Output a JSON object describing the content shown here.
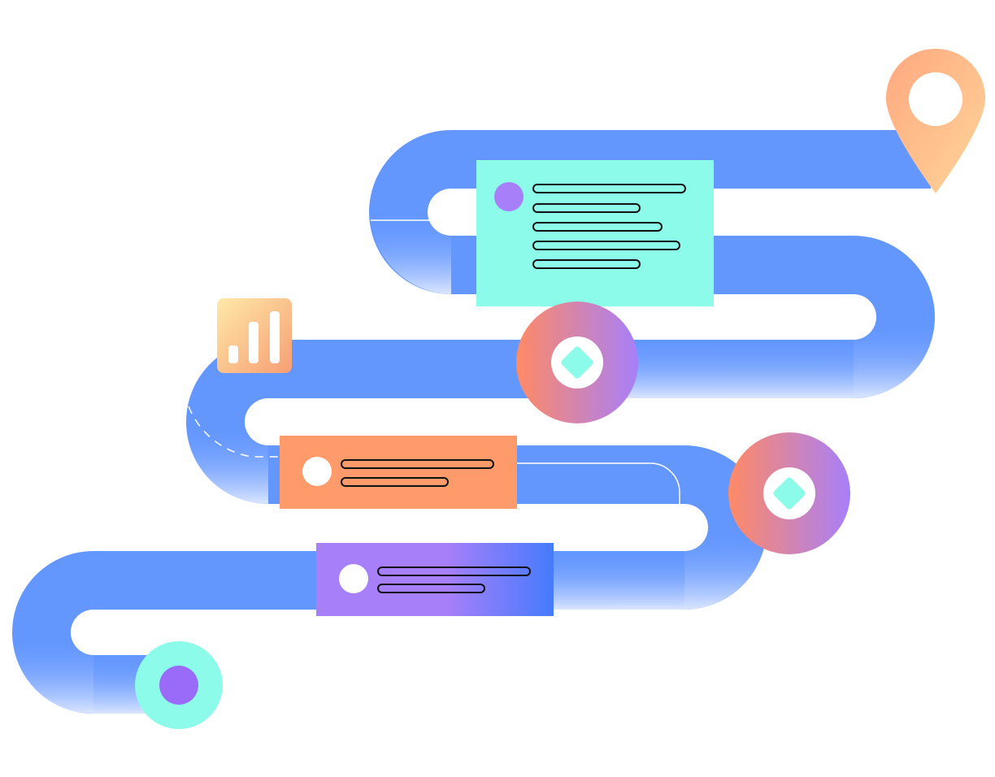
{
  "illustration": {
    "colors": {
      "road": "#6497fe",
      "road_fade": "#dbe6ff",
      "card_teal": "#8cfbe9",
      "card_orange": "#ff9a6b",
      "card_purple_start": "#a77ff9",
      "card_purple_end": "#457bfd",
      "node_gradient_start": "#ff8a65",
      "node_gradient_end": "#a77ff9",
      "node_diamond": "#8cfbe9",
      "start_ring": "#8cfbe9",
      "start_dot": "#9a6af8",
      "pin_gradient_start": "#ffa87f",
      "pin_gradient_end": "#ffd59a",
      "chart_gradient_start": "#fee9a8",
      "chart_gradient_end": "#f79e73"
    },
    "icons": {
      "destination": "map-pin-icon",
      "analytics": "bar-chart-icon",
      "checkpoints": "diamond-icon",
      "origin": "start-dot-icon"
    },
    "milestones": [
      {
        "card": "teal",
        "text_lines": 5,
        "has_avatar": true
      },
      {
        "card": "orange",
        "text_lines": 2,
        "has_avatar": true
      },
      {
        "card": "purple",
        "text_lines": 2,
        "has_avatar": true
      }
    ]
  }
}
